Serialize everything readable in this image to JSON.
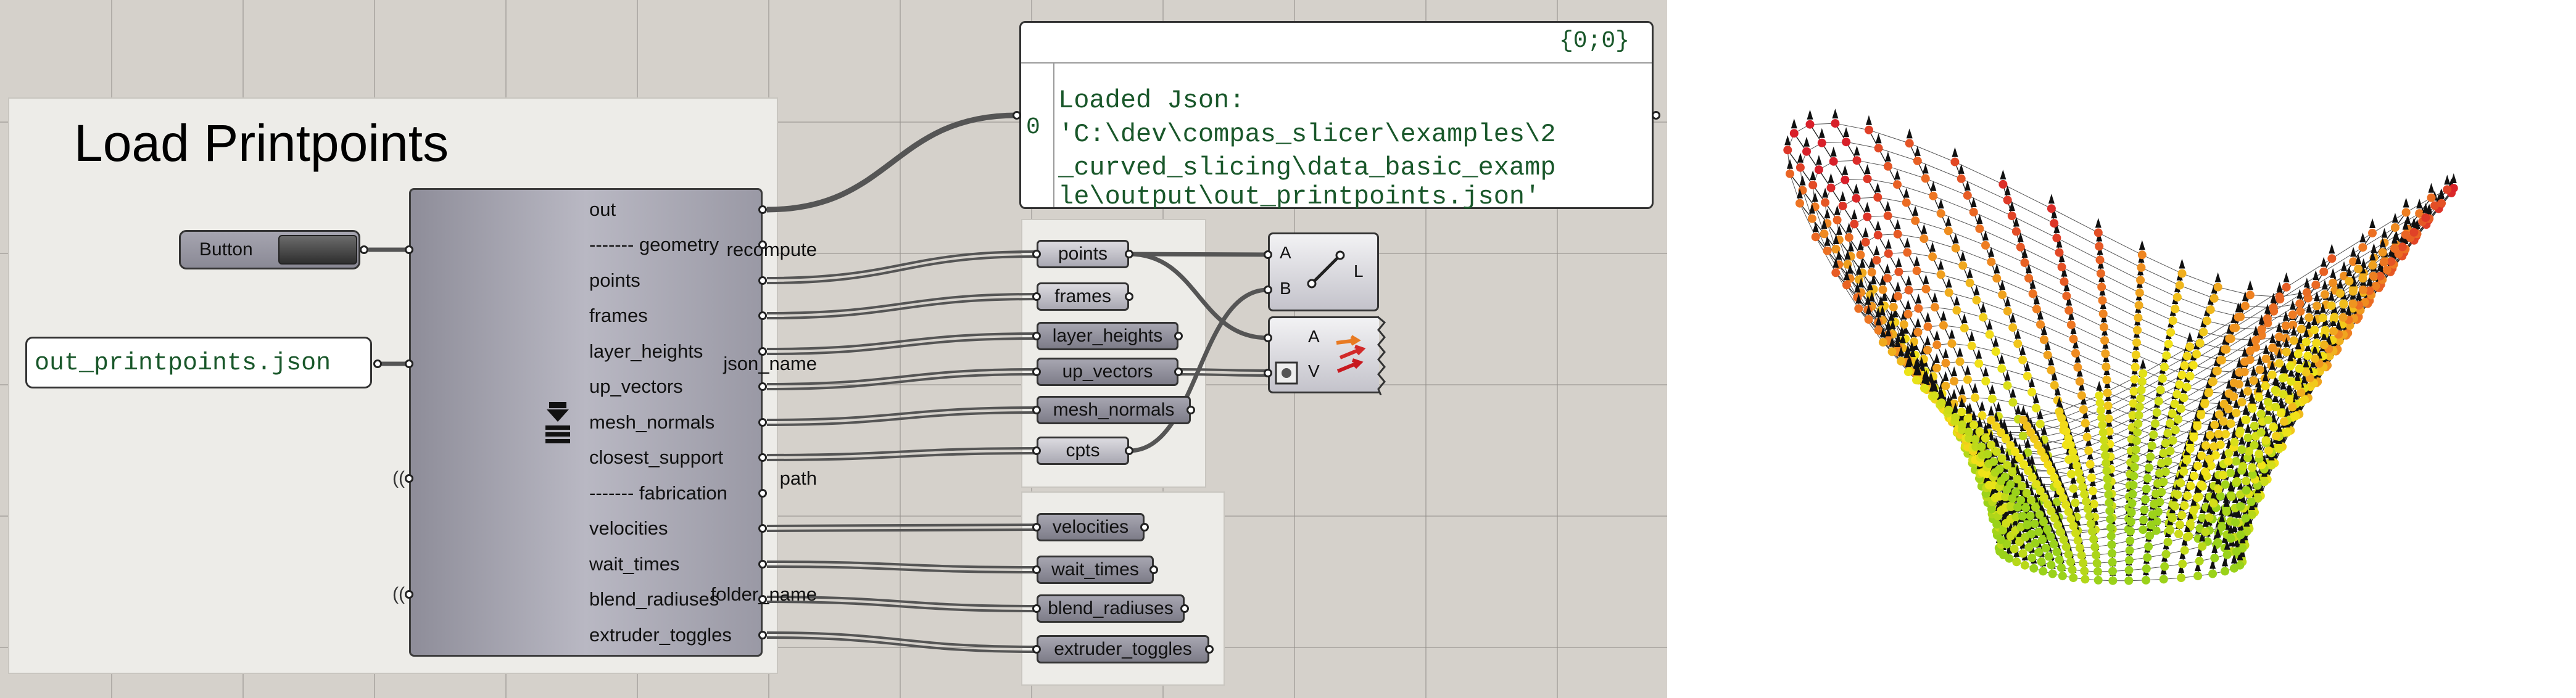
{
  "group": {
    "title": "Load Printpoints"
  },
  "button": {
    "label": "Button"
  },
  "json_panel": {
    "value": "out_printpoints.json"
  },
  "component": {
    "inputs": [
      {
        "label": "recompute",
        "kind": "wire"
      },
      {
        "label": "json_name",
        "kind": "wire"
      },
      {
        "label": "path",
        "kind": "wireless"
      },
      {
        "label": "folder_name",
        "kind": "wireless"
      }
    ],
    "outputs": [
      "out",
      "------- geometry",
      "points",
      "frames",
      "layer_heights",
      "up_vectors",
      "mesh_normals",
      "closest_support",
      "------- fabrication",
      "velocities",
      "wait_times",
      "blend_radiuses",
      "extruder_toggles"
    ],
    "icon": "printer-icon"
  },
  "output_panel": {
    "path": "{0;0}",
    "index": "0",
    "lines": [
      "Loaded Json:",
      "'C:\\dev\\compas_slicer\\examples\\2",
      "_curved_slicing\\data_basic_examp",
      "le\\output\\out_printpoints.json'"
    ]
  },
  "geometry_relays": [
    "points",
    "frames",
    "layer_heights",
    "up_vectors",
    "mesh_normals",
    "cpts"
  ],
  "fabrication_relays": [
    "velocities",
    "wait_times",
    "blend_radiuses",
    "extruder_toggles"
  ],
  "line_component": {
    "inputs": [
      "A",
      "B"
    ],
    "output": "L",
    "icon": "line-segment-icon"
  },
  "vector_display": {
    "inputs": [
      "A",
      "V"
    ],
    "icon": "vector-arrows-icon"
  },
  "colors": {
    "canvas": "#d5d1cb",
    "group": "#edece8",
    "component": "#b0afba",
    "panel_text": "#19572a",
    "wire": "#555555",
    "gradient": [
      "#9ad21a",
      "#f2e418",
      "#ee7a22",
      "#d8202a"
    ]
  },
  "viewport": {
    "description_icon": "printpoints-3d-preview-icon"
  }
}
